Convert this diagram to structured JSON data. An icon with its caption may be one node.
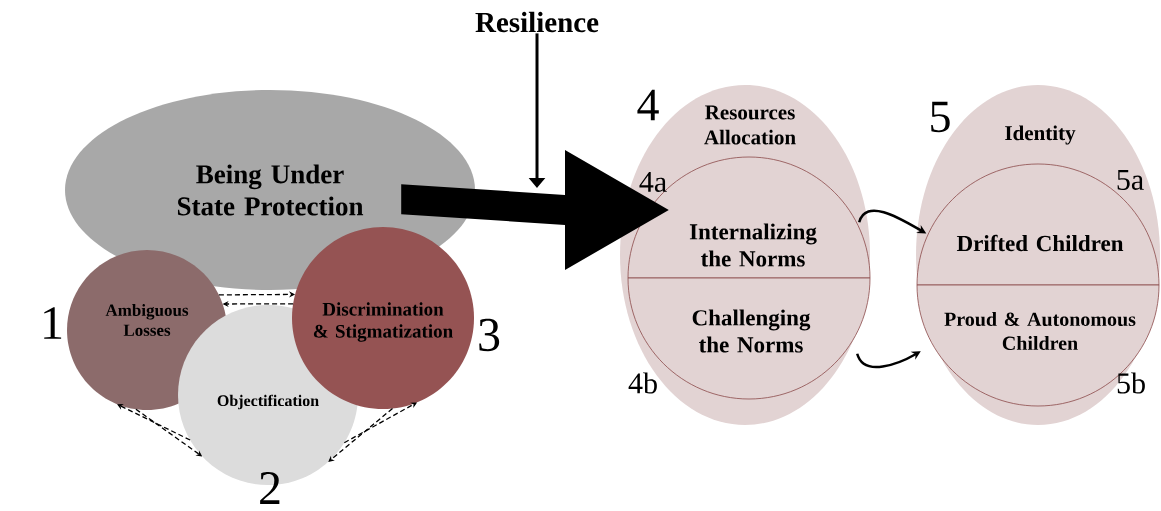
{
  "diagram": {
    "nodes": [
      {
        "text": [
          "Being Under State Protection"
        ]
      },
      {
        "text": [
          "Ambiguous Losses"
        ],
        "beside": [
          "1"
        ]
      },
      {
        "text": [
          "Objectification"
        ],
        "beside": [
          "2"
        ]
      },
      {
        "text": [
          "Discrimination & Stigmatization"
        ],
        "beside": [
          "3"
        ]
      },
      {
        "text": [
          "Resilience"
        ]
      },
      {
        "text": [
          "Resources Allocation"
        ],
        "beside": [
          "4"
        ]
      },
      {
        "text": [
          "Internalizing the Norms"
        ],
        "beside": [
          "4a"
        ],
        "in": 5
      },
      {
        "text": [
          "Challenging the Norms"
        ],
        "beside": [
          "4b"
        ],
        "in": 5
      },
      {
        "text": [
          "Identity"
        ],
        "beside": [
          "5"
        ]
      },
      {
        "text": [
          "Drifted Children"
        ],
        "beside": [
          "5a"
        ],
        "in": 8
      },
      {
        "text": [
          "Proud & Autonomous Children"
        ],
        "beside": [
          "5b"
        ],
        "in": 8
      }
    ],
    "edges": [
      {
        "from": 1,
        "to": 3,
        "arrow": "to",
        "style": "dashed"
      },
      {
        "from": 3,
        "to": 1,
        "arrow": "to",
        "style": "dashed"
      },
      {
        "from": 2,
        "to": 1,
        "arrow": "to",
        "style": "dashed"
      },
      {
        "from": 1,
        "to": 2,
        "arrow": "to",
        "style": "dashed"
      },
      {
        "from": 2,
        "to": 3,
        "arrow": "to",
        "style": "dashed"
      },
      {
        "from": 3,
        "to": 2,
        "arrow": "to",
        "style": "dashed"
      },
      {
        "from": 0,
        "to": 5,
        "arrow": "to",
        "style": "thick"
      },
      {
        "from": 4,
        "to": null,
        "arrow": "to"
      },
      {
        "from": 6,
        "to": 9,
        "arrow": "to"
      },
      {
        "from": 7,
        "to": 10,
        "arrow": "to"
      }
    ]
  }
}
